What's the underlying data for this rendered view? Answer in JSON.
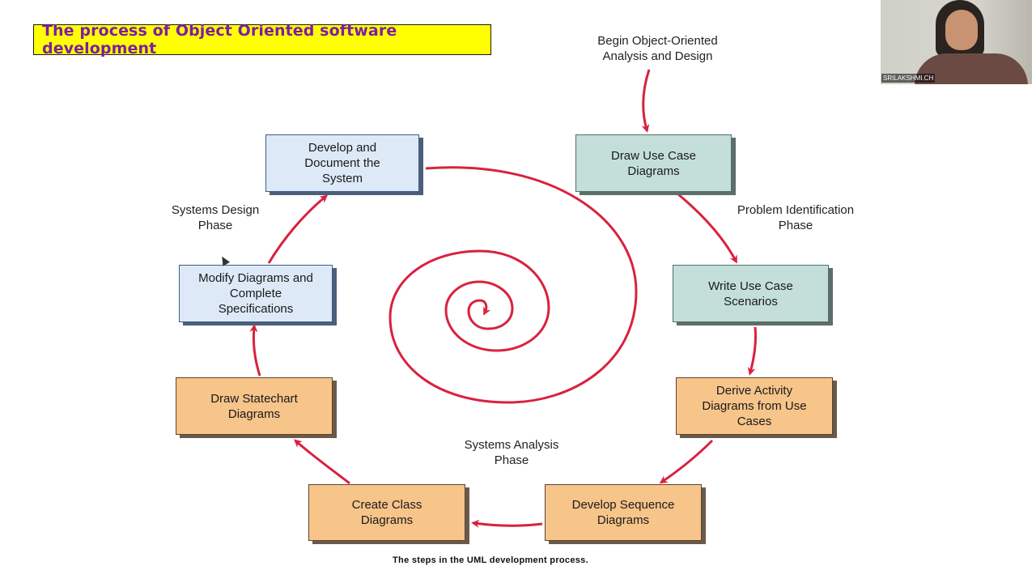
{
  "title": "The process of Object Oriented software development",
  "start_label": "Begin Object-Oriented\nAnalysis and Design",
  "phases": {
    "design": "Systems Design\nPhase",
    "problem": "Problem Identification\nPhase",
    "analysis": "Systems Analysis\nPhase"
  },
  "steps": {
    "draw_use_case": "Draw Use Case\nDiagrams",
    "write_use_case": "Write Use Case\nScenarios",
    "derive_activity": "Derive Activity\nDiagrams from Use\nCases",
    "develop_sequence": "Develop Sequence\nDiagrams",
    "create_class": "Create Class\nDiagrams",
    "draw_statechart": "Draw Statechart\nDiagrams",
    "modify_diagrams": "Modify Diagrams and\nComplete\nSpecifications",
    "develop_document": "Develop and\nDocument the\nSystem"
  },
  "caption": "The steps in the UML development process.",
  "video": {
    "participant_name": "SRILAKSHMI.CH"
  },
  "colors": {
    "arrow": "#d9213f",
    "title_bg": "#ffff00",
    "title_text": "#7a1fa2",
    "design_box": "#dde9f7",
    "problem_box": "#c4dfd9",
    "analysis_box": "#f7c48a"
  }
}
